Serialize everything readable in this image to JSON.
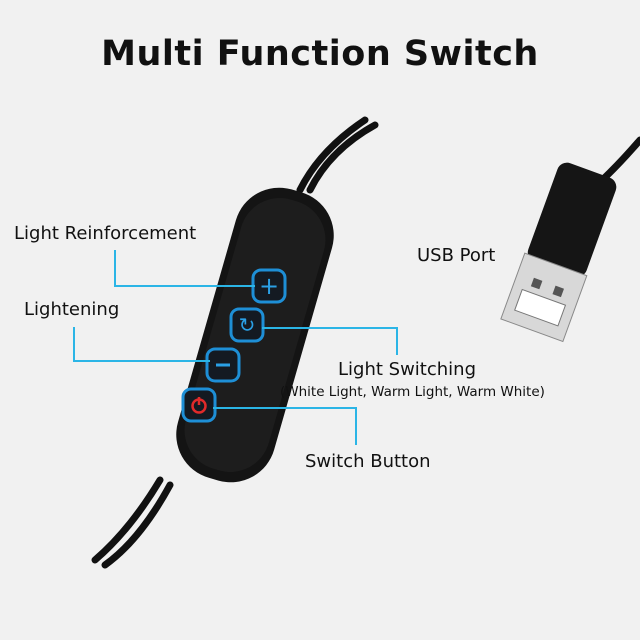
{
  "title": "Multi Function Switch",
  "labels": {
    "light_reinforcement": "Light Reinforcement",
    "lightening": "Lightening",
    "light_switching": "Light Switching",
    "light_switching_modes": "(White Light, Warm Light, Warm White)",
    "switch_button": "Switch Button",
    "usb_port": "USB Port"
  },
  "colors": {
    "callout": "#2bb5e6",
    "button_glow": "#1e8fd6",
    "power": "#e02a2a"
  }
}
